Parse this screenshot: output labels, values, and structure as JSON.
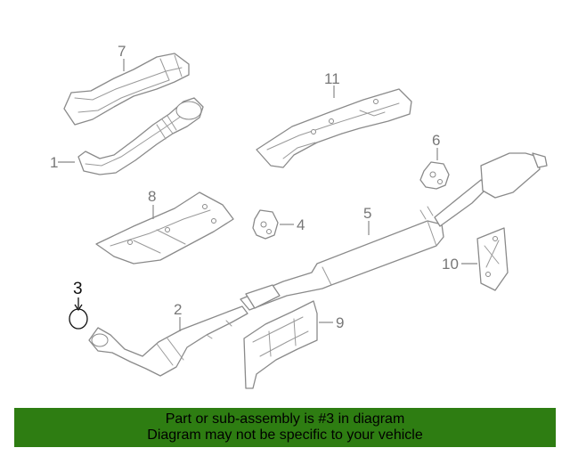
{
  "callouts": {
    "c1": "1",
    "c2": "2",
    "c3": "3",
    "c4": "4",
    "c5": "5",
    "c6": "6",
    "c7": "7",
    "c8": "8",
    "c9": "9",
    "c10": "10",
    "c11": "11"
  },
  "highlighted_part": "3",
  "banner": {
    "line1": "Part or sub-assembly is #3 in diagram",
    "line2": "Diagram may not be specific to your vehicle"
  },
  "colors": {
    "banner_bg": "#2e7d12",
    "line_art": "#8a8a8a",
    "highlight": "#111111"
  }
}
